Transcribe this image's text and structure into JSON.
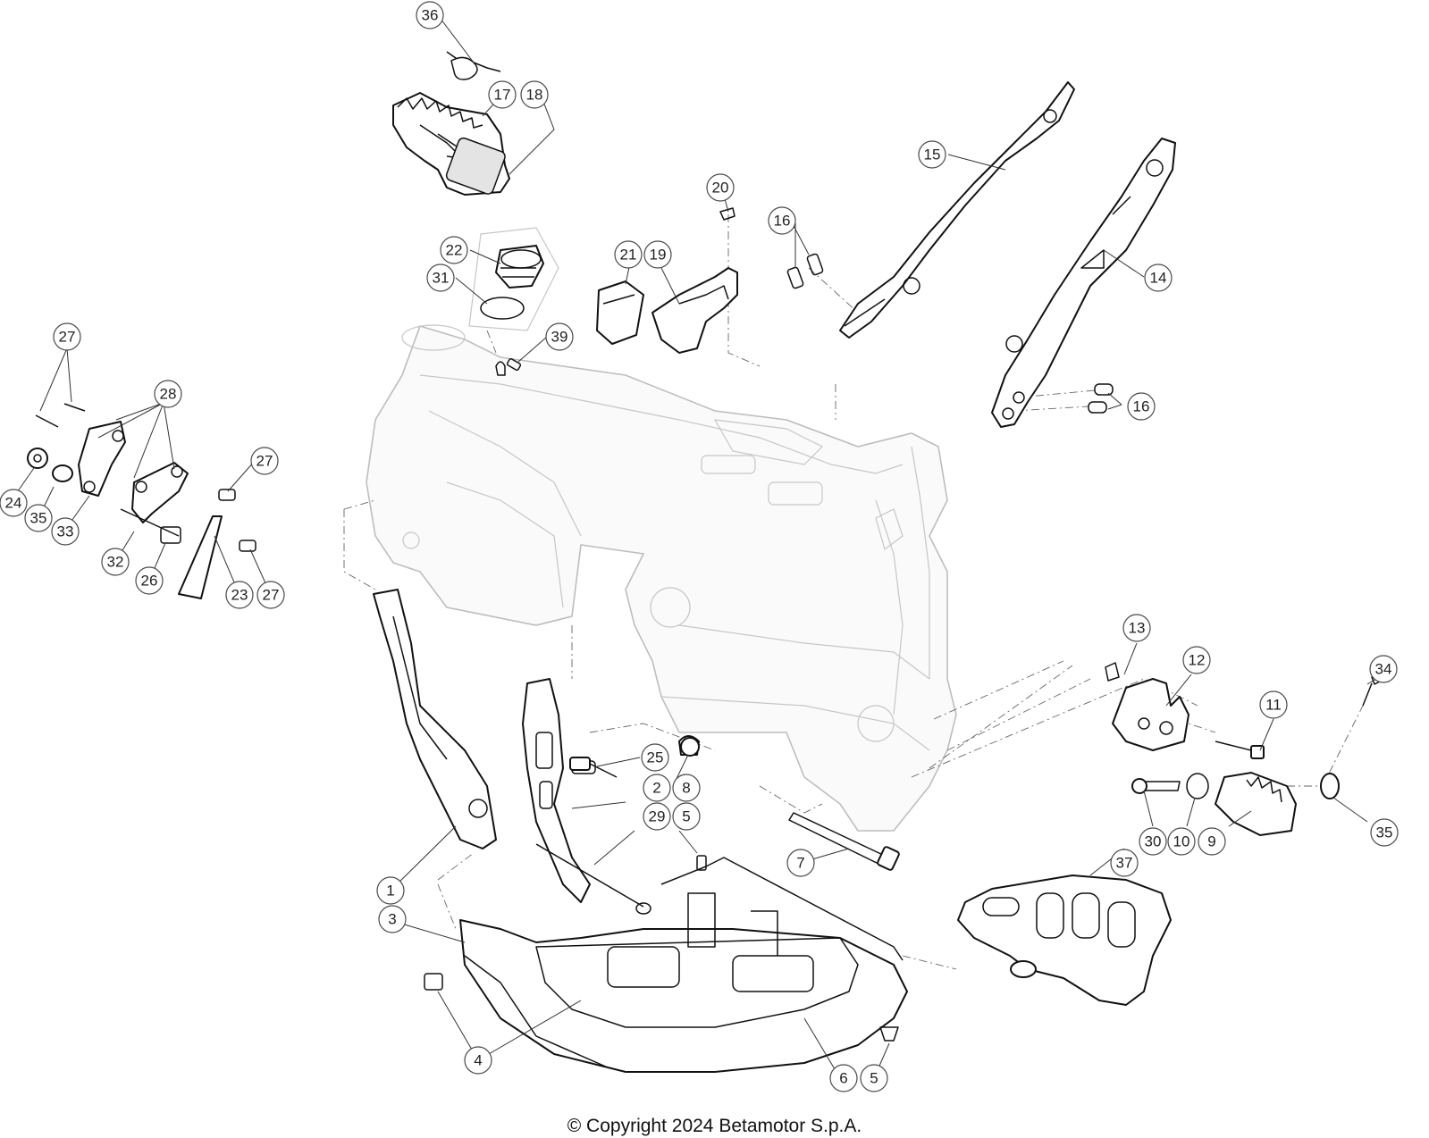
{
  "copyright": "© Copyright 2024 Betamotor S.p.A.",
  "callouts": [
    {
      "id": "c36",
      "label": "36"
    },
    {
      "id": "c17",
      "label": "17"
    },
    {
      "id": "c18",
      "label": "18"
    },
    {
      "id": "c15",
      "label": "15"
    },
    {
      "id": "c20",
      "label": "20"
    },
    {
      "id": "c22",
      "label": "22"
    },
    {
      "id": "c31",
      "label": "31"
    },
    {
      "id": "c21",
      "label": "21"
    },
    {
      "id": "c19",
      "label": "19"
    },
    {
      "id": "c16a",
      "label": "16"
    },
    {
      "id": "c14",
      "label": "14"
    },
    {
      "id": "c39",
      "label": "39"
    },
    {
      "id": "c27a",
      "label": "27"
    },
    {
      "id": "c28",
      "label": "28"
    },
    {
      "id": "c16b",
      "label": "16"
    },
    {
      "id": "c27b",
      "label": "27"
    },
    {
      "id": "c24",
      "label": "24"
    },
    {
      "id": "c35a",
      "label": "35"
    },
    {
      "id": "c33",
      "label": "33"
    },
    {
      "id": "c32",
      "label": "32"
    },
    {
      "id": "c26",
      "label": "26"
    },
    {
      "id": "c23",
      "label": "23"
    },
    {
      "id": "c27c",
      "label": "27"
    },
    {
      "id": "c13",
      "label": "13"
    },
    {
      "id": "c12",
      "label": "12"
    },
    {
      "id": "c34",
      "label": "34"
    },
    {
      "id": "c11",
      "label": "11"
    },
    {
      "id": "c25",
      "label": "25"
    },
    {
      "id": "c2",
      "label": "2"
    },
    {
      "id": "c8",
      "label": "8"
    },
    {
      "id": "c29",
      "label": "29"
    },
    {
      "id": "c5a",
      "label": "5"
    },
    {
      "id": "c30",
      "label": "30"
    },
    {
      "id": "c10",
      "label": "10"
    },
    {
      "id": "c9",
      "label": "9"
    },
    {
      "id": "c35b",
      "label": "35"
    },
    {
      "id": "c37",
      "label": "37"
    },
    {
      "id": "c7",
      "label": "7"
    },
    {
      "id": "c1",
      "label": "1"
    },
    {
      "id": "c3",
      "label": "3"
    },
    {
      "id": "c4",
      "label": "4"
    },
    {
      "id": "c6",
      "label": "6"
    },
    {
      "id": "c5b",
      "label": "5"
    }
  ]
}
